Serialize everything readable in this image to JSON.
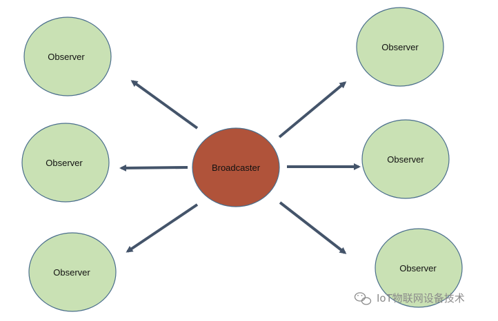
{
  "diagram": {
    "center": {
      "label": "Broadcaster"
    },
    "observers": [
      {
        "label": "Observer"
      },
      {
        "label": "Observer"
      },
      {
        "label": "Observer"
      },
      {
        "label": "Observer"
      },
      {
        "label": "Observer"
      },
      {
        "label": "Observer"
      }
    ]
  },
  "watermark": {
    "text": "IoT物联网设备技术",
    "icon": "wechat-icon"
  },
  "colors": {
    "observer_fill": "#c9e1b4",
    "observer_stroke": "#4a6e8c",
    "broadcaster_fill": "#b0533a",
    "broadcaster_stroke": "#4a6e8c",
    "arrow": "#44546a",
    "watermark": "#8a8a8a"
  }
}
